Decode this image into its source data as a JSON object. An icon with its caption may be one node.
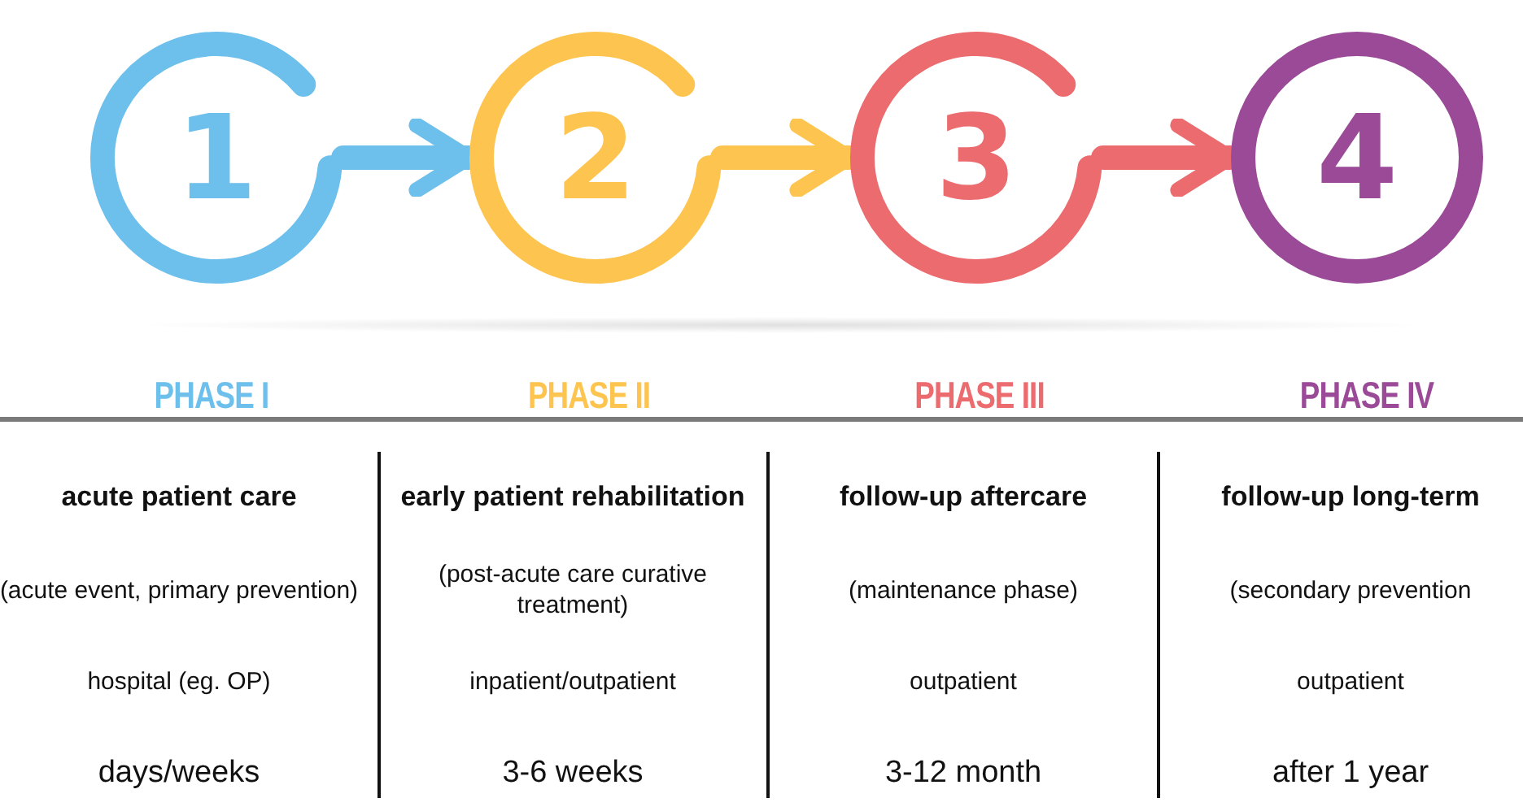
{
  "diagram": {
    "nodes": [
      {
        "text": [
          "1"
        ],
        "beside": [
          "PHASE I"
        ]
      },
      {
        "text": [
          "2"
        ],
        "beside": [
          "PHASE II"
        ]
      },
      {
        "text": [
          "3"
        ],
        "beside": [
          "PHASE III"
        ]
      },
      {
        "text": [
          "4"
        ],
        "beside": [
          "PHASE IV"
        ]
      }
    ],
    "edges": [
      {
        "from": 0,
        "to": 1,
        "arrow": "to",
        "color": "#6dbfec"
      },
      {
        "from": 1,
        "to": 2,
        "arrow": "to",
        "color": "#fdc44f"
      },
      {
        "from": 2,
        "to": 3,
        "arrow": "to",
        "color": "#ec6b6e"
      }
    ],
    "labels": [
      "acute patient care",
      "early patient rehabilitation",
      "follow-up aftercare",
      "follow-up long-term",
      "(acute event, primary prevention)",
      "(post-acute care curative treatment)",
      "(maintenance phase)",
      "(secondary prevention",
      "hospital (eg. OP)",
      "inpatient/outpatient",
      "outpatient",
      "outpatient",
      "days/weeks",
      "3-6 weeks",
      "3-12 month",
      "after 1 year"
    ]
  }
}
